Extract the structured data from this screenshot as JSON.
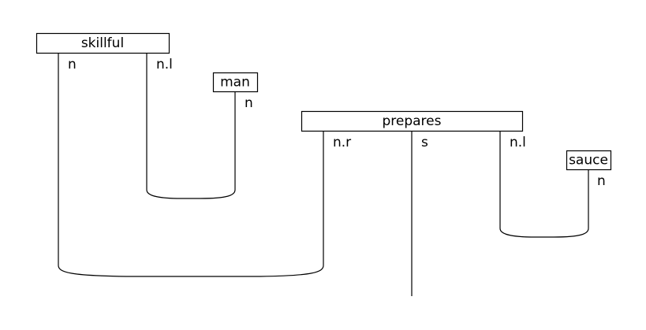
{
  "boxes": {
    "skillful": "skillful",
    "man": "man",
    "prepares": "prepares",
    "sauce": "sauce"
  },
  "types": {
    "skillful_n": "n",
    "skillful_nl": "n.l",
    "man_n": "n",
    "prepares_nr": "n.r",
    "prepares_s": "s",
    "prepares_nl": "n.l",
    "sauce_n": "n"
  }
}
